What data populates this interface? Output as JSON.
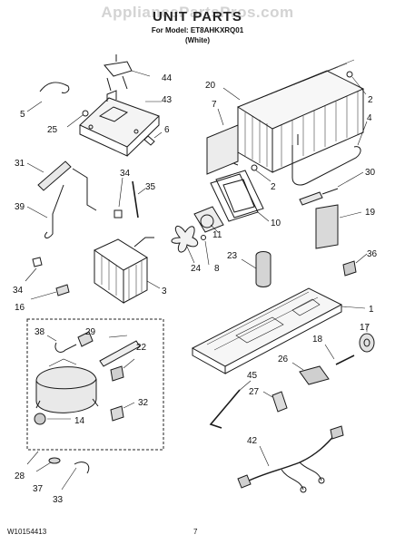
{
  "header": {
    "watermark": "AppliancePartsPros.com",
    "title": "UNIT PARTS",
    "model_line": "For Model: ET8AHKXRQ01",
    "color_line": "(White)"
  },
  "footer": {
    "document_number": "W10154413",
    "page_number": "7"
  },
  "callouts": [
    "44",
    "43",
    "5",
    "25",
    "6",
    "20",
    "7",
    "2",
    "4",
    "31",
    "34",
    "35",
    "30",
    "39",
    "10",
    "19",
    "11",
    "23",
    "24",
    "8",
    "3",
    "36",
    "34",
    "16",
    "1",
    "38",
    "29",
    "17",
    "18",
    "22",
    "26",
    "45",
    "32",
    "14",
    "27",
    "42",
    "28",
    "37",
    "33"
  ],
  "colors": {
    "line": "#1a1a1a",
    "shade": "#d9d9d9",
    "watermark": "#d3d3d3",
    "box": "#222222"
  }
}
